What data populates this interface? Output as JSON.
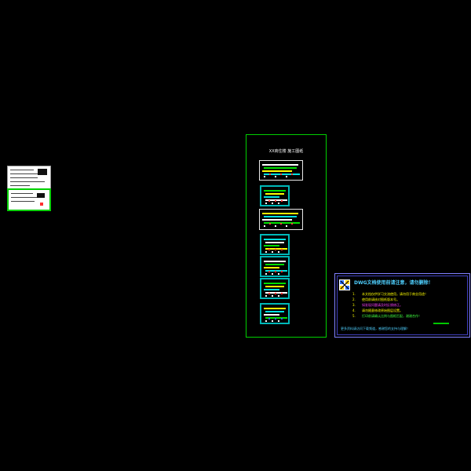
{
  "canvas": {
    "background": "#000000"
  },
  "sheet_list": {
    "title": "XX商住楼 施工图纸",
    "frame_color": "#00d000",
    "sheets": [
      {
        "id": "sheet-1",
        "style": "white",
        "accent": "#ff4040"
      },
      {
        "id": "sheet-2",
        "style": "cyan",
        "accent": "#ff3030"
      },
      {
        "id": "sheet-3",
        "style": "white",
        "accent": "#ff4040"
      },
      {
        "id": "sheet-4",
        "style": "cyan",
        "accent": "#ff3030"
      },
      {
        "id": "sheet-5",
        "style": "cyan",
        "accent": "#ff3030"
      },
      {
        "id": "sheet-6",
        "style": "cyan",
        "accent": "#ff3030"
      },
      {
        "id": "sheet-7",
        "style": "cyan",
        "accent": "#3060ff"
      }
    ]
  },
  "notice": {
    "title": "DWG文档使用前请注意，请勿删除！",
    "items": [
      {
        "num": "1.",
        "text": "本文档仅供学习交流使用，请勿用于商业用途！",
        "color": "#ffff00"
      },
      {
        "num": "2.",
        "text": "使用前请核对图纸版本号。",
        "color": "#ffff00"
      },
      {
        "num": "3.",
        "text": "如发现问题请及时反馈修正。",
        "color": "#ff40ff"
      },
      {
        "num": "4.",
        "text": "请勿随意修改原始图层设置。",
        "color": "#ffff00"
      },
      {
        "num": "5.",
        "text": "打印前请确认比例与图框匹配，谢谢合作！",
        "color": "#40ff40"
      }
    ],
    "footer": "更多资料请访问下载频道，感谢您的支持与理解！",
    "accent": "#4fd0ff"
  }
}
